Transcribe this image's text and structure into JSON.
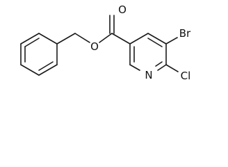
{
  "molecule": {
    "atom_labels": {
      "carbonyl_oxygen": "O",
      "ester_oxygen": "O",
      "ring_nitrogen": "N",
      "bromine": "Br",
      "chlorine": "Cl"
    }
  }
}
